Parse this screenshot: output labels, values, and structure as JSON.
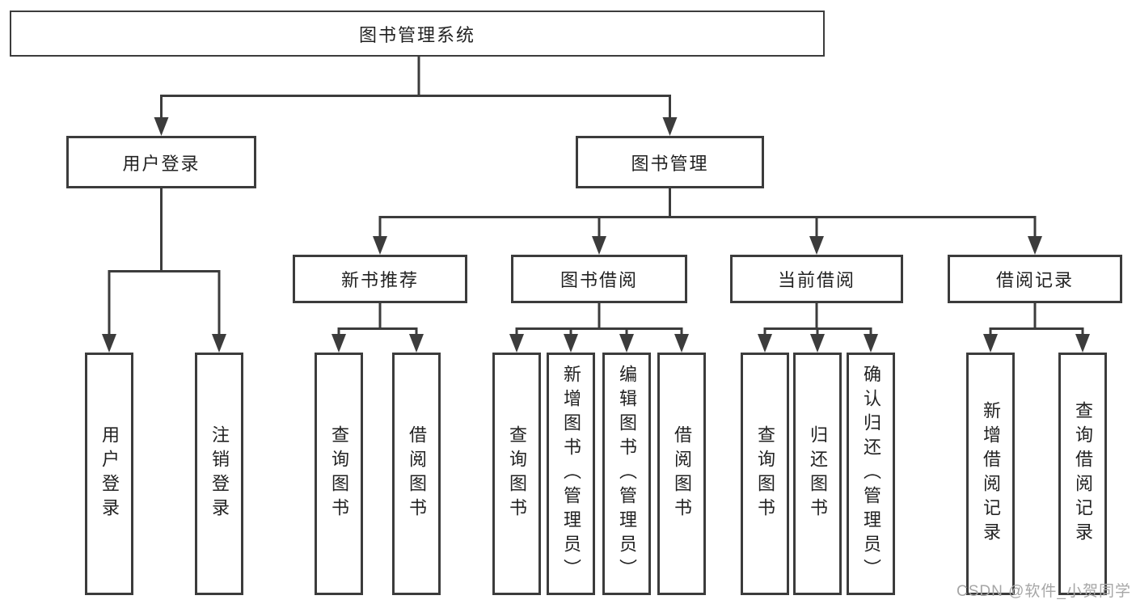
{
  "diagram_type": "hierarchy-tree",
  "colors": {
    "line": "#3c3c3c",
    "box_border": "#3c3c3c",
    "text": "#222222",
    "background": "#ffffff",
    "watermark": "#a6a6a6"
  },
  "watermark": "CSDN @软件_小贺同学",
  "tree": {
    "label": "图书管理系统",
    "children": [
      {
        "label": "用户登录",
        "children": [
          {
            "label": "用户登录"
          },
          {
            "label": "注销登录"
          }
        ]
      },
      {
        "label": "图书管理",
        "children": [
          {
            "label": "新书推荐",
            "children": [
              {
                "label": "查询图书"
              },
              {
                "label": "借阅图书"
              }
            ]
          },
          {
            "label": "图书借阅",
            "children": [
              {
                "label": "查询图书"
              },
              {
                "label": "新增图书（管理员）"
              },
              {
                "label": "编辑图书（管理员）"
              },
              {
                "label": "借阅图书"
              }
            ]
          },
          {
            "label": "当前借阅",
            "children": [
              {
                "label": "查询图书"
              },
              {
                "label": "归还图书"
              },
              {
                "label": "确认归还（管理员）"
              }
            ]
          },
          {
            "label": "借阅记录",
            "children": [
              {
                "label": "新增借阅记录"
              },
              {
                "label": "查询借阅记录"
              }
            ]
          }
        ]
      }
    ]
  }
}
